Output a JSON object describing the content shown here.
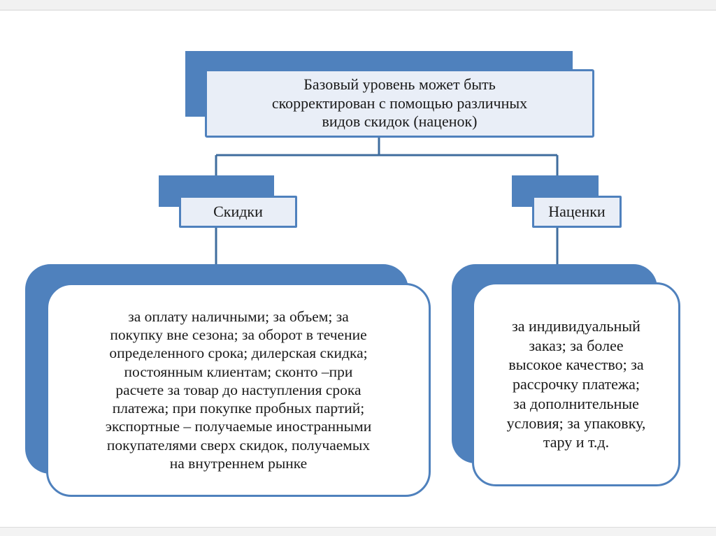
{
  "diagram": {
    "colors": {
      "accent": "#4f81bd",
      "fill": "#e9eef7",
      "text": "#1a1a1a"
    },
    "root": {
      "text": "Базовый уровень может быть\nскорректирован с помощью различных\nвидов скидок (наценок)"
    },
    "discounts": {
      "label": "Скидки",
      "details": "за оплату наличными; за объем; за\nпокупку вне сезона; за оборот в течение\nопределенного срока; дилерская скидка;\nпостоянным клиентам; сконто –при\nрасчете за товар до наступления срока\nплатежа; при покупке пробных партий;\nэкспортные – получаемые иностранными\nпокупателями сверх скидок, получаемых\nна внутреннем рынке"
    },
    "markups": {
      "label": "Наценки",
      "details": "за индивидуальный\nзаказ; за более\nвысокое качество; за\nрассрочку платежа;\nза дополнительные\nусловия; за упаковку,\nтару и т.д."
    }
  }
}
